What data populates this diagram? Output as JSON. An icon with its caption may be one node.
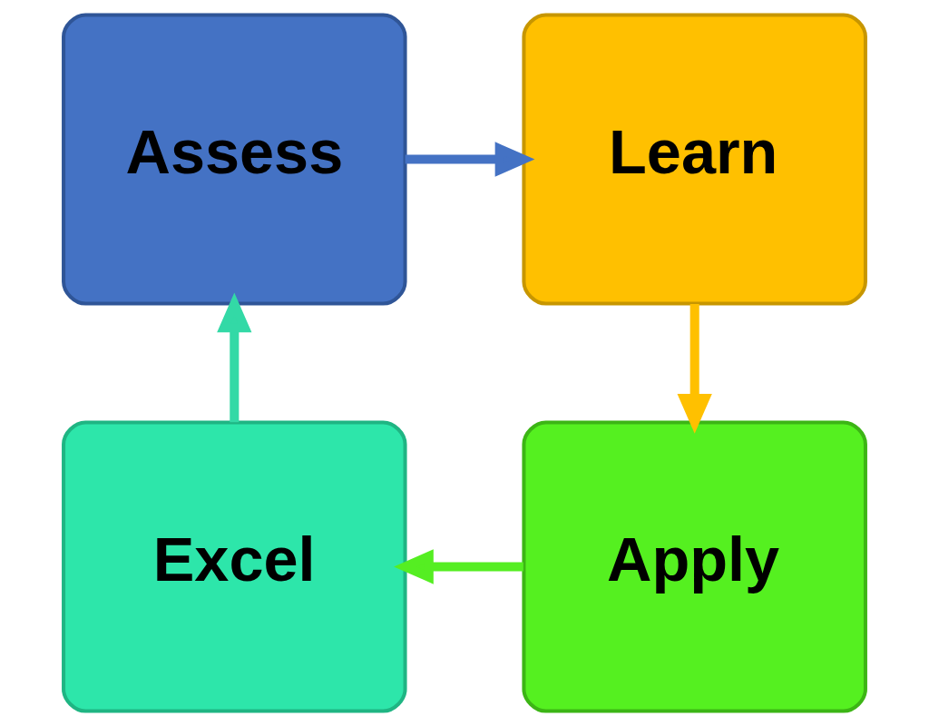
{
  "diagram": {
    "nodes": [
      {
        "text": [
          "Assess"
        ]
      },
      {
        "text": [
          "Learn"
        ]
      },
      {
        "text": [
          "Apply"
        ]
      },
      {
        "text": [
          "Excel"
        ]
      }
    ],
    "edges": [
      {
        "from": 0,
        "to": 1,
        "arrow": "to",
        "color": "#4472c4"
      },
      {
        "from": 1,
        "to": 2,
        "arrow": "to",
        "color": "#ffc000"
      },
      {
        "from": 2,
        "to": 3,
        "arrow": "to",
        "color": "#55ee22"
      },
      {
        "from": 3,
        "to": 0,
        "arrow": "to",
        "color": "#33d9a6"
      }
    ]
  }
}
